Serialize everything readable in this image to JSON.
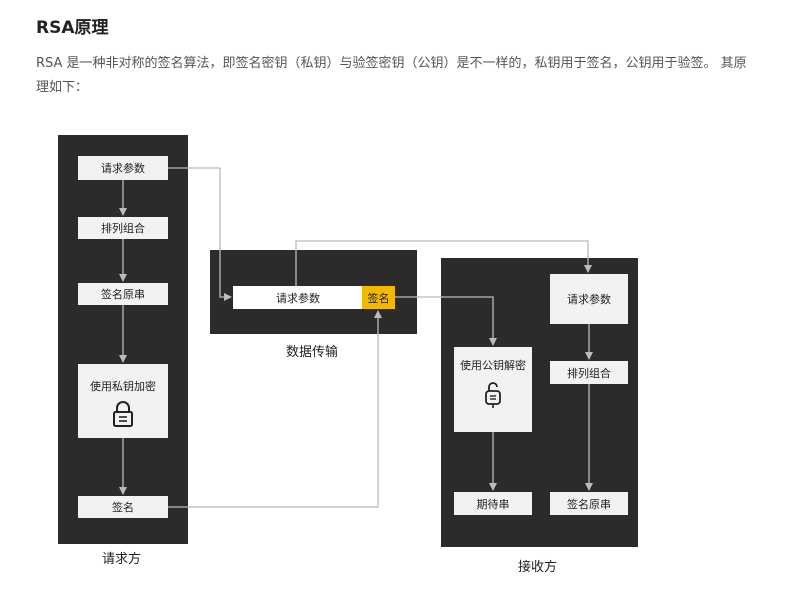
{
  "heading": "RSA原理",
  "description": "RSA 是一种非对称的签名算法，即签名密钥（私钥）与验签密钥（公钥）是不一样的，私钥用于签名，公钥用于验签。 其原理如下：",
  "diagram": {
    "sender": {
      "label": "请求方",
      "steps": [
        "请求参数",
        "排列组合",
        "签名原串",
        "使用私钥加密",
        "签名"
      ]
    },
    "transport": {
      "label": "数据传输",
      "params": "请求参数",
      "sign": "签名"
    },
    "receiver": {
      "label": "接收方",
      "decrypt": "使用公钥解密",
      "expected": "期待串",
      "params": "请求参数",
      "combine": "排列组合",
      "raw": "签名原串"
    },
    "icons": [
      "lock-icon",
      "unlock-icon"
    ],
    "colors": {
      "panel": "#2b2b2b",
      "box": "#f2f2f2",
      "highlight": "#f5b800",
      "line": "#bbbbbb"
    }
  }
}
